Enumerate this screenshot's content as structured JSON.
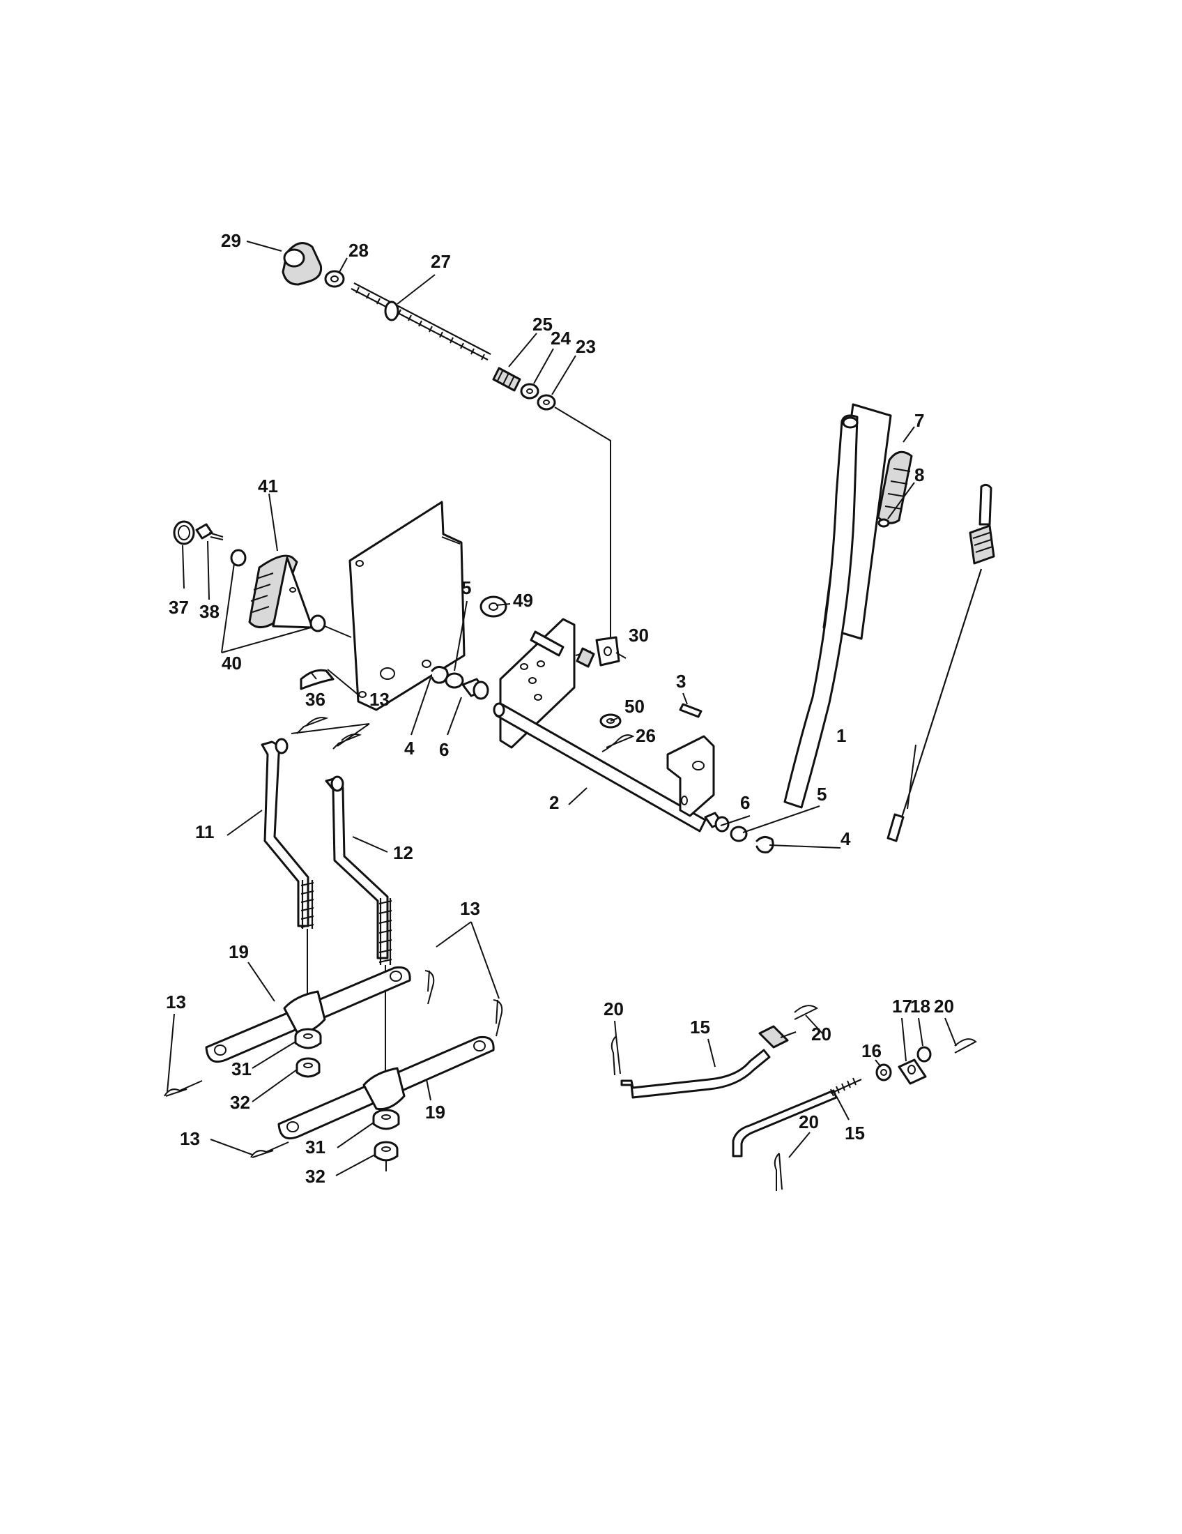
{
  "diagram": {
    "type": "exploded-parts-view",
    "callouts": [
      "29",
      "28",
      "27",
      "25",
      "24",
      "23",
      "7",
      "8",
      "41",
      "37",
      "38",
      "40",
      "5",
      "49",
      "30",
      "36",
      "13",
      "4",
      "6",
      "50",
      "3",
      "26",
      "1",
      "2",
      "11",
      "12",
      "6",
      "5",
      "4",
      "13",
      "19",
      "13",
      "31",
      "32",
      "19",
      "13",
      "31",
      "32",
      "20",
      "15",
      "20",
      "16",
      "17",
      "18",
      "20",
      "20",
      "15"
    ]
  }
}
